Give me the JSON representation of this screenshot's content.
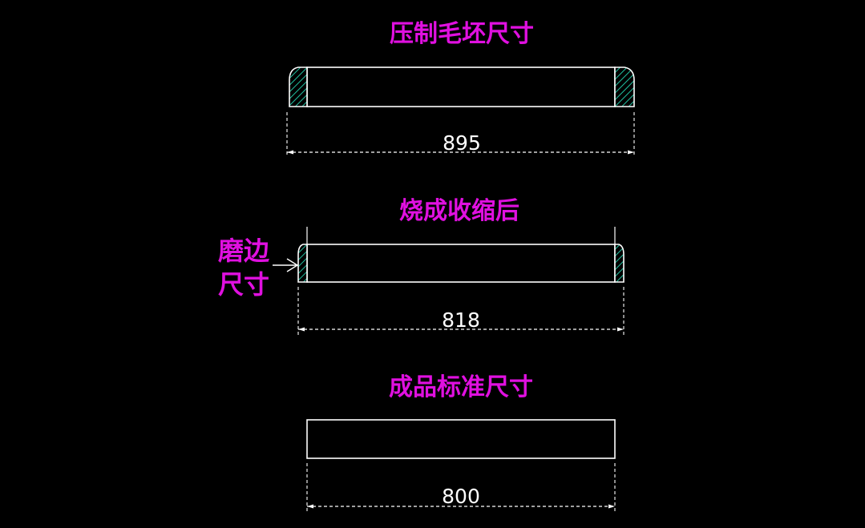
{
  "stages": [
    {
      "title": "压制毛坯尺寸",
      "dimension": "895"
    },
    {
      "title": "烧成收缩后",
      "dimension": "818"
    },
    {
      "title": "成品标准尺寸",
      "dimension": "800"
    }
  ],
  "callout": {
    "line1": "磨边",
    "line2": "尺寸"
  },
  "colors": {
    "background": "#000000",
    "label": "#e010e0",
    "line": "#ffffff",
    "hatch": "#20c0a0"
  }
}
